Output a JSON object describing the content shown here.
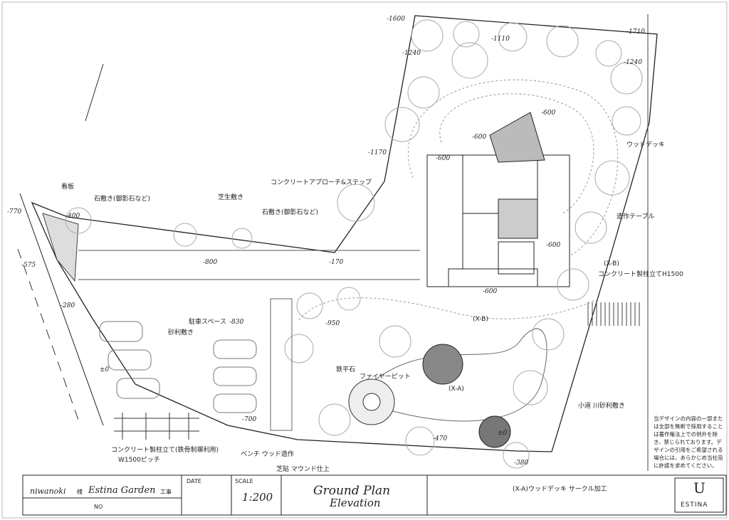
{
  "elevations": {
    "e1600": "-1600",
    "e1240": "-1240",
    "e1110": "-1110",
    "e1710": "-1710",
    "e1240b": "-1240",
    "e1170": "-1170",
    "e770": "-770",
    "e400": "-400",
    "e575": "-575",
    "e280": "-280",
    "e800": "-800",
    "e830": "-830",
    "e170": "-170",
    "e950": "-950",
    "e0a": "±0",
    "e700": "-700",
    "e470": "-470",
    "e0b": "±0",
    "e380": "-380",
    "e600a": "-600",
    "e600b": "-600",
    "e600c": "-600",
    "e600d": "-600",
    "e600e": "-600"
  },
  "labels": {
    "sign": "看板",
    "stone": "石敷き(御影石など)",
    "lawn": "芝生敷き",
    "approach": "コンクリートアプローチ&ステップ",
    "stone2": "石敷き(御影石など)",
    "deck": "ウッドデッキ",
    "table": "造作テーブル",
    "xb": "(X-B)",
    "fence": "コンクリート製柱立てH1500",
    "xb2": "(X-B)",
    "parking": "駐車スペース",
    "gravel": "砂利敷き",
    "fire": "ファイヤーピット",
    "pit": "鉄平石",
    "xa": "(X-A)",
    "path": "小道 川砂利敷き",
    "concpost": "コンクリート製柱立て(鉄骨制塀利用)",
    "w1500": "W1500ピッチ",
    "bench": "ベンチ ウッド造作",
    "mound": "芝貼 マウンド仕上",
    "xa2": "(X-A)ウッドデッキ サークル加工"
  },
  "title_block": {
    "client": "niwanoki",
    "sama": "様",
    "project": "Estina Garden",
    "koji": "工事",
    "no_label": "NO",
    "date_label": "DATE",
    "scale_label": "SCALE",
    "scale_value": "1:200",
    "drawing_title_1": "Ground Plan",
    "drawing_title_2": "Elevation",
    "logo_mark": "U",
    "logo_text": "ESTINA"
  },
  "copyright_note": "当デザインの内容の一部または全部を無断で採用することは著作権法上での例外を除き、禁じられております。デザインの引用をご希望される場合には、あらかじめ当社宛に許諾を求めてください。"
}
